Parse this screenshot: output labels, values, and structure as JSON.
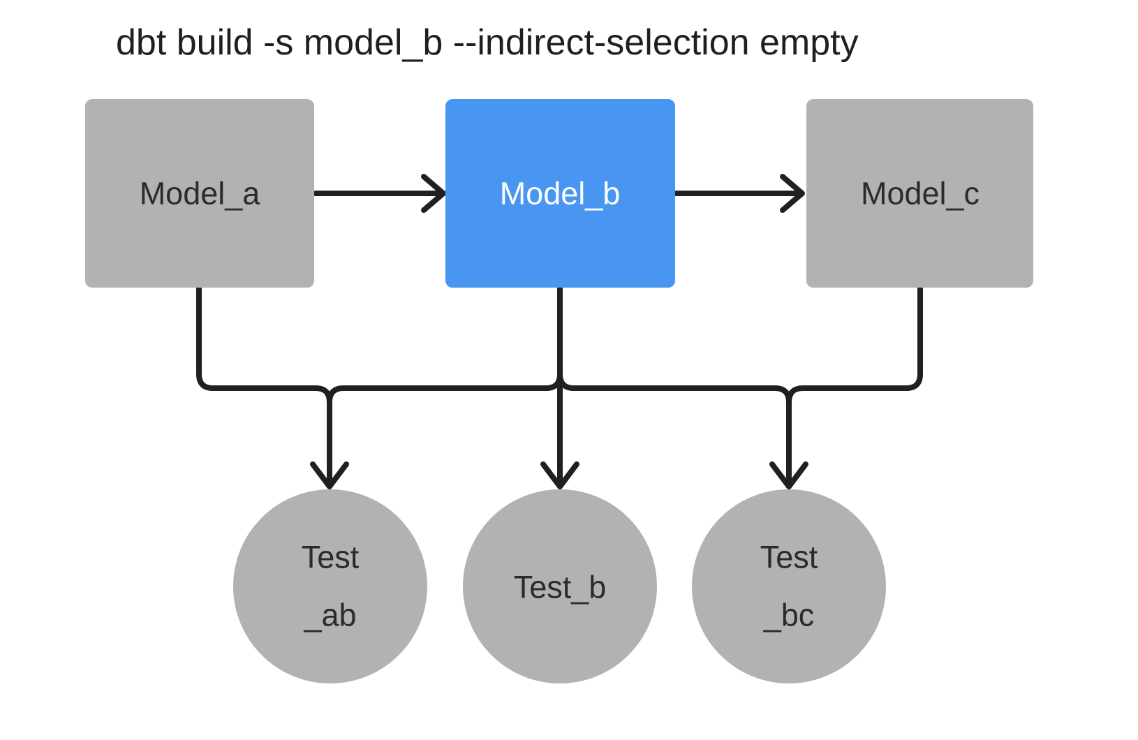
{
  "title": "dbt build -s model_b --indirect-selection empty",
  "colors": {
    "background": "#ffffff",
    "node_gray": "#b2b2b2",
    "selected_blue": "#4896f2",
    "edge": "#202020",
    "label_dark": "#2b2b2b",
    "label_light": "#ffffff",
    "title_text": "#1f1f1f"
  },
  "nodes": {
    "model_a": {
      "label": "Model_a",
      "type": "model",
      "state": "unselected"
    },
    "model_b": {
      "label": "Model_b",
      "type": "model",
      "state": "selected"
    },
    "model_c": {
      "label": "Model_c",
      "type": "model",
      "state": "unselected"
    },
    "test_ab": {
      "label_line1": "Test",
      "label_line2": "_ab",
      "type": "test"
    },
    "test_b": {
      "label_line1": "Test_b",
      "type": "test"
    },
    "test_bc": {
      "label_line1": "Test",
      "label_line2": "_bc",
      "type": "test"
    }
  },
  "edges": [
    {
      "from": "model_a",
      "to": "model_b"
    },
    {
      "from": "model_b",
      "to": "model_c"
    },
    {
      "from": "model_a",
      "to": "test_ab"
    },
    {
      "from": "model_b",
      "to": "test_ab"
    },
    {
      "from": "model_b",
      "to": "test_b"
    },
    {
      "from": "model_b",
      "to": "test_bc"
    },
    {
      "from": "model_c",
      "to": "test_bc"
    }
  ]
}
